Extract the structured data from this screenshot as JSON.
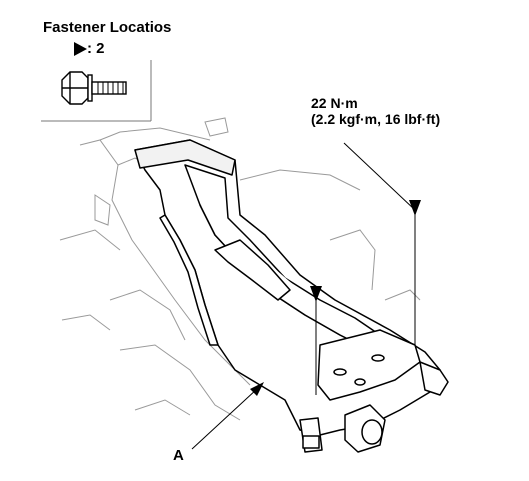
{
  "legend": {
    "title": "Fastener Locatios",
    "count": ": 2",
    "marker_icon": "triangle-right-icon",
    "bolt_icon": "flange-bolt-icon"
  },
  "torque": {
    "value": "22 N·m",
    "alt": "(2.2 kgf·m, 16 lbf·ft)"
  },
  "callouts": {
    "part_a": "A"
  },
  "colors": {
    "ink": "#000000",
    "ghost": "#9a9a9a",
    "paper": "#ffffff"
  }
}
